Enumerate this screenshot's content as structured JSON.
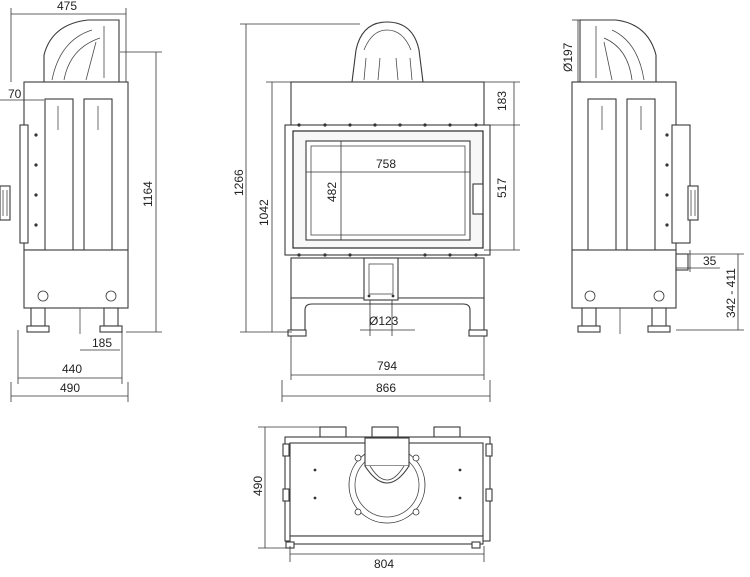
{
  "side_view_left": {
    "top_width": "475",
    "offset": "70",
    "height": "1164",
    "foot_offset": "185",
    "depth_inner": "440",
    "depth_outer": "490"
  },
  "front_view": {
    "total_height": "1266",
    "body_height": "1042",
    "top_offset": "183",
    "glass_width": "758",
    "glass_height": "482",
    "door_height": "517",
    "flue_diameter": "Ø123",
    "base_width": "794",
    "total_width": "866"
  },
  "side_view_right": {
    "outlet_diameter": "Ø197",
    "inlet_offset": "35",
    "inlet_height_range": "342 - 411"
  },
  "top_view": {
    "depth": "490",
    "width": "804"
  }
}
